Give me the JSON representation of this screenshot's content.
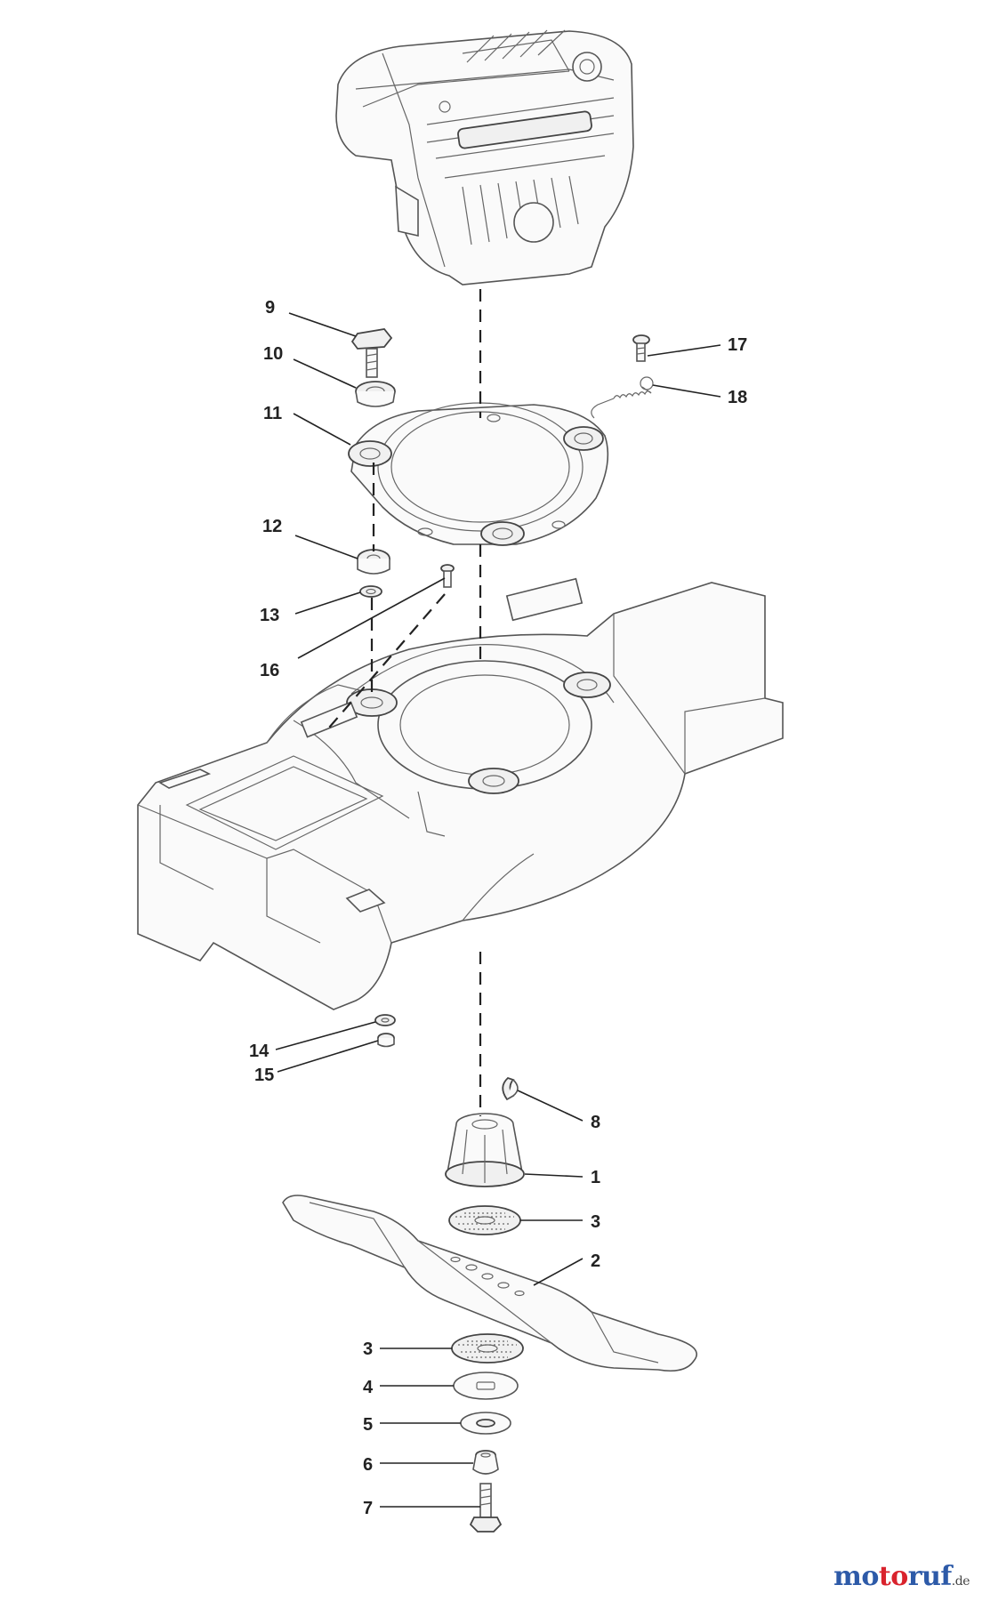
{
  "callouts": {
    "c9": "9",
    "c10": "10",
    "c11": "11",
    "c12": "12",
    "c13": "13",
    "c16": "16",
    "c17": "17",
    "c18": "18",
    "c14": "14",
    "c15": "15",
    "c8": "8",
    "c1": "1",
    "c3a": "3",
    "c2": "2",
    "c3b": "3",
    "c4": "4",
    "c5": "5",
    "c6": "6",
    "c7": "7"
  },
  "brand": {
    "part1": "mo",
    "part2": "to",
    "part3": "ruf",
    "suffix": ".de",
    "color1": "#2d5aa8",
    "color2": "#d9232d",
    "color3": "#2d5aa8"
  }
}
